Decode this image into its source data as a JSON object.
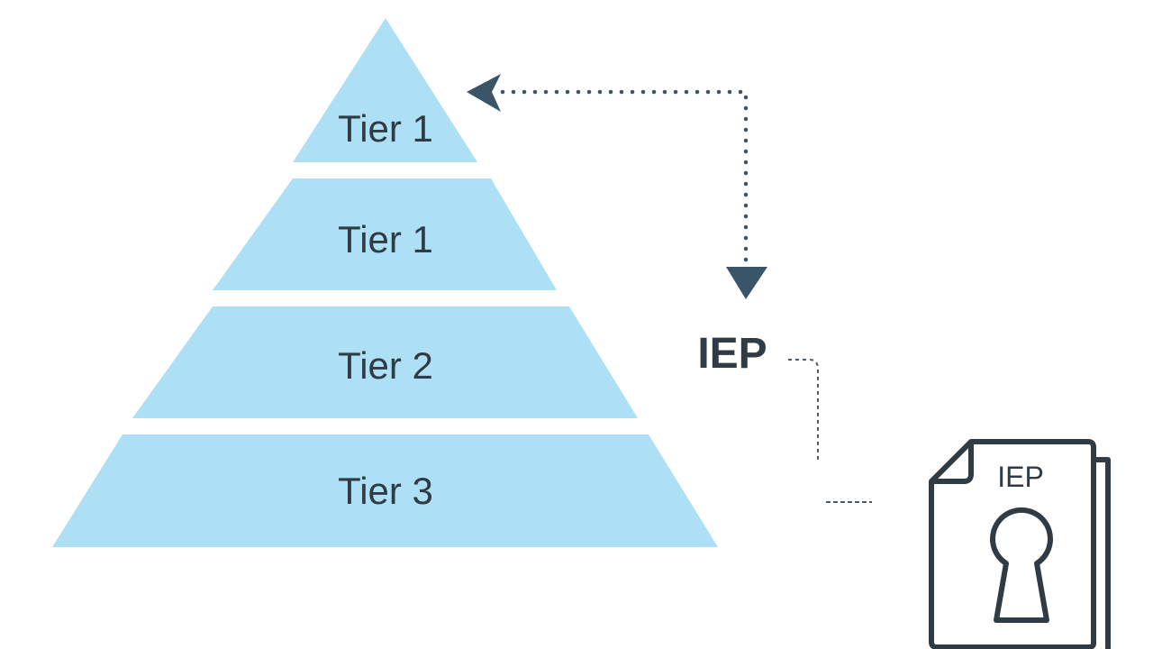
{
  "pyramid": {
    "tiers": [
      {
        "label": "Tier 1"
      },
      {
        "label": "Tier 1"
      },
      {
        "label": "Tier 2"
      },
      {
        "label": "Tier 3"
      }
    ]
  },
  "iep": {
    "label": "IEP"
  },
  "document": {
    "label": "IEP",
    "icon": "locked-document-icon"
  },
  "colors": {
    "tier_fill": "#ade0f4",
    "ink": "#2f3b45",
    "arrow": "#3a5468",
    "connector": "#4b5b66"
  }
}
